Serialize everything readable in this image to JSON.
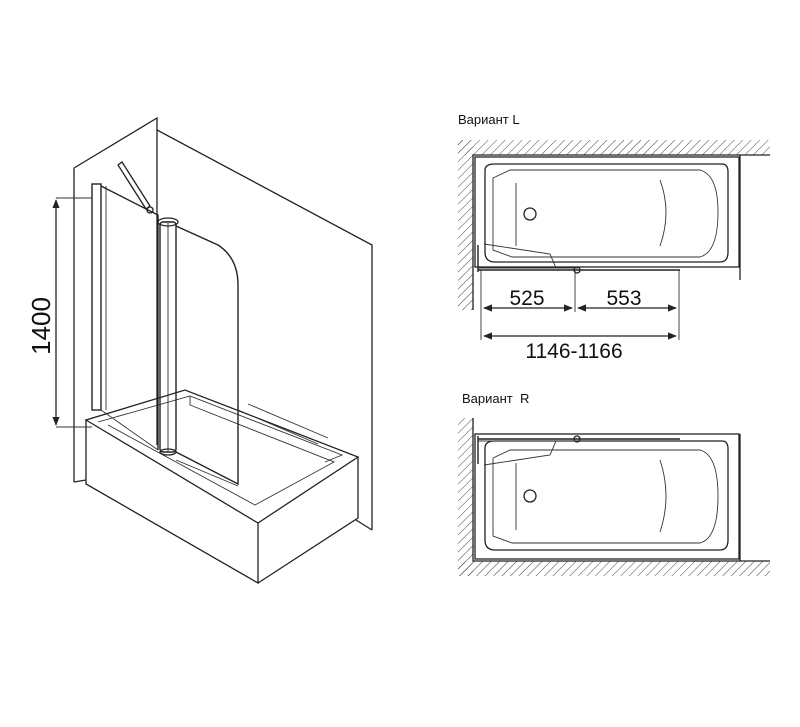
{
  "left_view": {
    "height_dimension": "1400"
  },
  "variant_l": {
    "title": "Вариант L",
    "dim_fixed": "525",
    "dim_swing": "553",
    "dim_total": "1146-1166"
  },
  "variant_r": {
    "title": "Вариант  R"
  }
}
